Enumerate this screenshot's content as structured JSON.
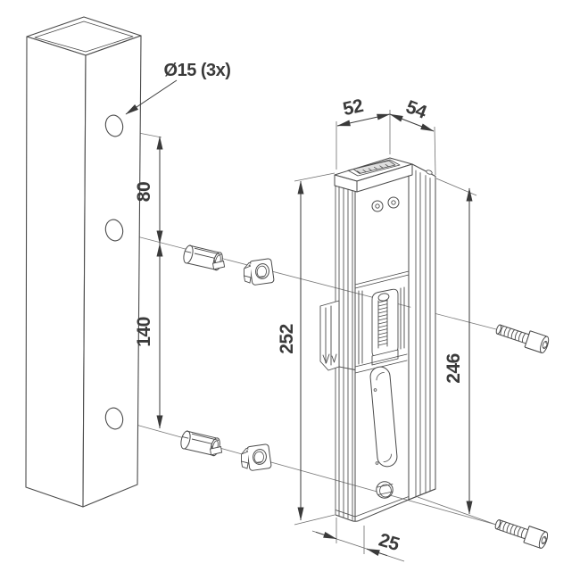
{
  "drawing": {
    "background": "#ffffff",
    "line_color": "#4a4a4a",
    "thin_line_color": "#787878",
    "text_color": "#3a3a3a",
    "callout": {
      "hole_diameter": "Ø15 (3x)"
    },
    "dimensions": {
      "lock_width": "52",
      "profile_depth": "54",
      "hole_spacing_top": "80",
      "hole_spacing_bottom": "140",
      "lock_height": "252",
      "profile_height": "246",
      "bottom_depth": "25"
    }
  }
}
